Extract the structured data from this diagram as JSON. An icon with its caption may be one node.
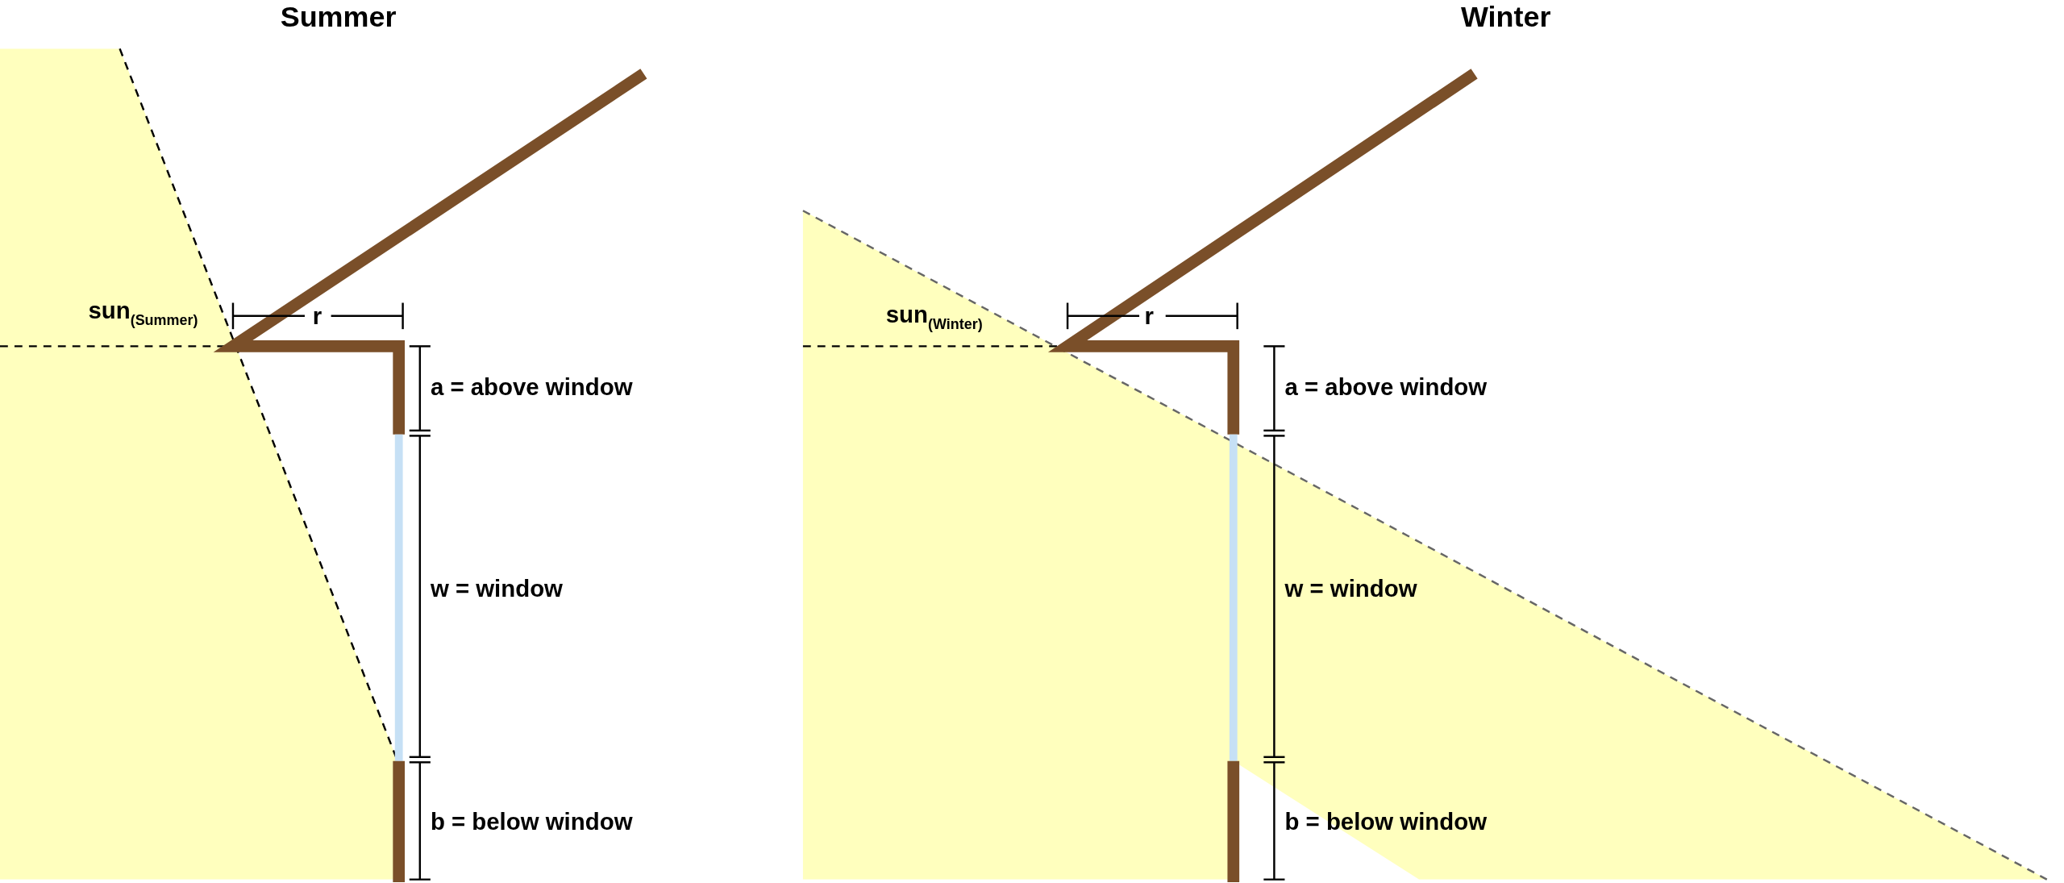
{
  "diagram": {
    "labels": [
      "Summer",
      "sun$_{(Summer)}$",
      "r",
      "a = above window",
      "w = window",
      "b = below window",
      "Winter",
      "sun$_{(Winter)}$",
      "r",
      "a = above window",
      "w = window",
      "b = below window"
    ]
  }
}
